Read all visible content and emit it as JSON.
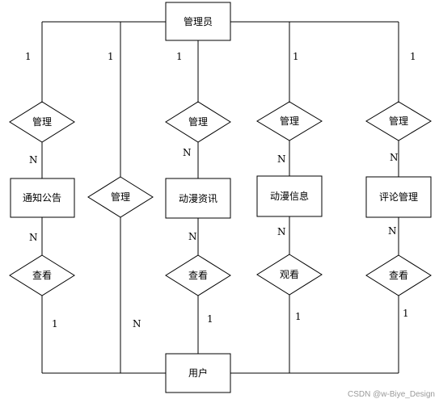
{
  "entities": {
    "admin": "管理员",
    "notice": "通知公告",
    "anime_news": "动漫资讯",
    "anime_info": "动漫信息",
    "comment_mgmt": "评论管理",
    "user": "用户"
  },
  "relationships": {
    "manage_notice": "管理",
    "manage_user": "管理",
    "manage_news": "管理",
    "manage_info": "管理",
    "manage_comment": "管理",
    "view_notice": "查看",
    "view_news": "查看",
    "watch_info": "观看",
    "view_comment": "查看"
  },
  "cardinalities": {
    "c1": "1",
    "c2": "1",
    "c3": "1",
    "c4": "1",
    "c5": "1",
    "n_notice_top": "N",
    "n_news_top": "N",
    "n_info_top": "N",
    "n_comment_top": "N",
    "n_notice_bottom": "N",
    "n_news_bottom": "N",
    "n_info_bottom": "N",
    "n_comment_bottom": "N",
    "one_notice_user": "1",
    "one_news_user": "1",
    "one_info_user": "1",
    "one_comment_user": "1",
    "n_user_manage": "N"
  },
  "watermark": "CSDN @w-Biye_Design"
}
